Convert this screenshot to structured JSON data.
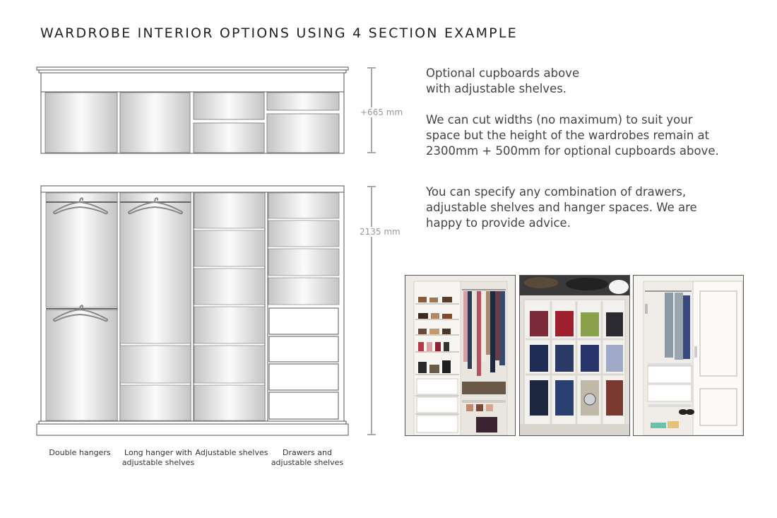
{
  "title": "WARDROBE INTERIOR OPTIONS USING 4 SECTION EXAMPLE",
  "paragraphs": {
    "cupboards": [
      "Optional cupboards above",
      "with adjustable shelves."
    ],
    "widths": [
      "We can cut widths (no maximum) to suit your",
      "space but the height of the wardrobes remain at",
      "2300mm + 500mm for optional cupboards above."
    ],
    "combination": [
      "You can specify any combination of drawers,",
      "adjustable shelves and hanger spaces. We are",
      "happy to provide advice."
    ]
  },
  "dimensions": {
    "top": "+665 mm",
    "main": "2135 mm"
  },
  "captions": {
    "double_hangers": [
      "Double hangers"
    ],
    "long_hanger": [
      "Long hanger with",
      "adjustable shelves"
    ],
    "adjustable_shelves": [
      "Adjustable shelves"
    ],
    "drawers": [
      "Drawers and",
      "adjustable shelves"
    ]
  },
  "colors": {
    "panel_light": "#f7f7f7",
    "panel_mid": "#c9c9c9",
    "line": "#555555",
    "dim_line": "#aaaaaa"
  }
}
